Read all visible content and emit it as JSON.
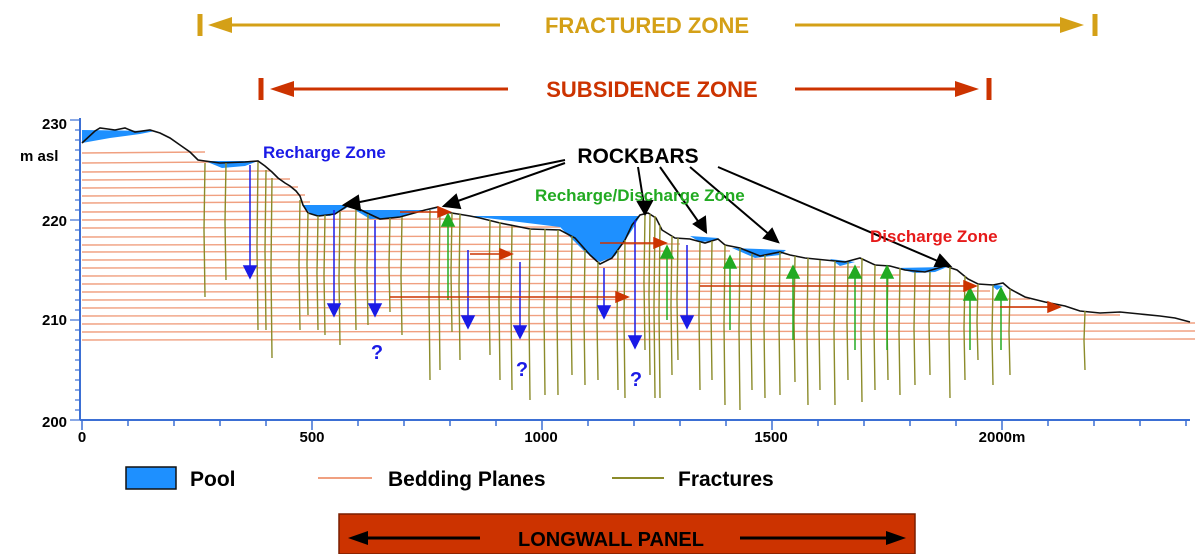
{
  "zones": {
    "fractured": "FRACTURED ZONE",
    "subsidence": "SUBSIDENCE ZONE",
    "recharge": "Recharge Zone",
    "recharge_discharge": "Recharge/Discharge Zone",
    "discharge": "Discharge Zone"
  },
  "rockbars_label": "ROCKBARS",
  "question_mark": "?",
  "axes": {
    "y_unit": "m asl",
    "x_unit_suffix": "2000m",
    "y_ticks": [
      "230",
      "220",
      "210",
      "200"
    ],
    "x_ticks": [
      "0",
      "500",
      "1000",
      "1500"
    ]
  },
  "legend": {
    "pool": "Pool",
    "bedding": "Bedding Planes",
    "fractures": "Fractures"
  },
  "panel_label": "LONGWALL PANEL",
  "colors": {
    "fractured_zone": "#D4A017",
    "subsidence_zone": "#CC3300",
    "recharge": "#1A1AE6",
    "recharge_discharge": "#22AA22",
    "discharge": "#E61A1A",
    "pool": "#1E90FF",
    "bedding": "#F0A080",
    "fractures": "#8B8B2A",
    "panel": "#CC3300"
  }
}
